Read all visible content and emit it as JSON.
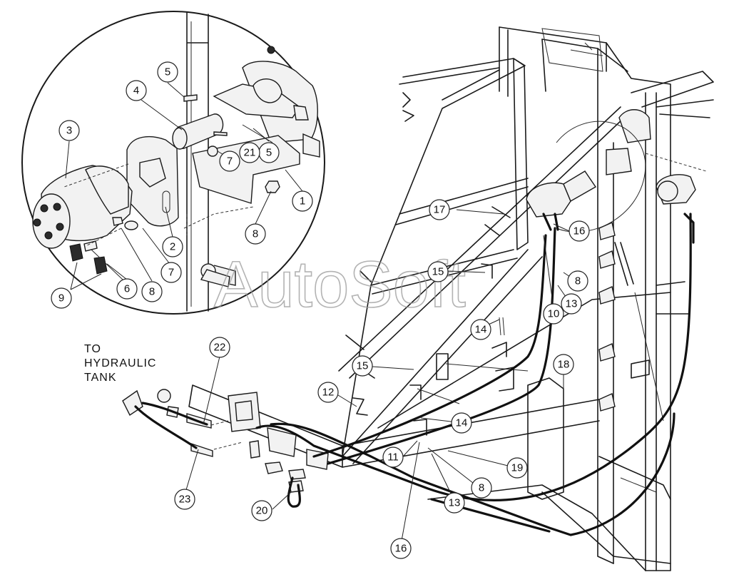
{
  "watermark": "AutoSoft",
  "tank_label": [
    "TO",
    "HYDRAULIC",
    "TANK"
  ],
  "callouts": [
    {
      "id": "c1",
      "text": "1"
    },
    {
      "id": "c2",
      "text": "2"
    },
    {
      "id": "c3",
      "text": "3"
    },
    {
      "id": "c4",
      "text": "4"
    },
    {
      "id": "c5a",
      "text": "5"
    },
    {
      "id": "c5b",
      "text": "5"
    },
    {
      "id": "c6",
      "text": "6"
    },
    {
      "id": "c7a",
      "text": "7"
    },
    {
      "id": "c7b",
      "text": "7"
    },
    {
      "id": "c8a",
      "text": "8"
    },
    {
      "id": "c8b",
      "text": "8"
    },
    {
      "id": "c8c",
      "text": "8"
    },
    {
      "id": "c8d",
      "text": "8"
    },
    {
      "id": "c9",
      "text": "9"
    },
    {
      "id": "c10",
      "text": "10"
    },
    {
      "id": "c11",
      "text": "11"
    },
    {
      "id": "c12",
      "text": "12"
    },
    {
      "id": "c13a",
      "text": "13"
    },
    {
      "id": "c13b",
      "text": "13"
    },
    {
      "id": "c14a",
      "text": "14"
    },
    {
      "id": "c14b",
      "text": "14"
    },
    {
      "id": "c15a",
      "text": "15"
    },
    {
      "id": "c15b",
      "text": "15"
    },
    {
      "id": "c16a",
      "text": "16"
    },
    {
      "id": "c16b",
      "text": "16"
    },
    {
      "id": "c17",
      "text": "17"
    },
    {
      "id": "c18",
      "text": "18"
    },
    {
      "id": "c19",
      "text": "19"
    },
    {
      "id": "c20",
      "text": "20"
    },
    {
      "id": "c21",
      "text": "21"
    },
    {
      "id": "c22",
      "text": "22"
    },
    {
      "id": "c23",
      "text": "23"
    }
  ]
}
